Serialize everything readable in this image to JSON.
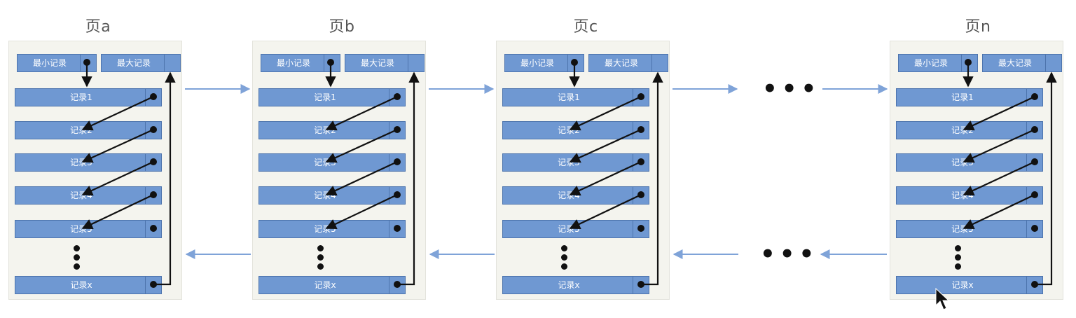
{
  "pages": [
    {
      "title": "页a"
    },
    {
      "title": "页b"
    },
    {
      "title": "页c"
    },
    {
      "title": "页n"
    }
  ],
  "labels": {
    "min_record": "最小记录",
    "max_record": "最大记录",
    "records": [
      "记录1",
      "记录2",
      "记录3",
      "记录4",
      "记录5"
    ],
    "last_record": "记录x"
  },
  "gap_ellipsis": "•••",
  "colors": {
    "record_fill": "#6f98d2",
    "record_border": "#4d74ad",
    "page_bg": "#f4f4ee",
    "link_arrow": "#7fa3d8",
    "pointer": "#111111"
  },
  "icons": {
    "cursor": "mouse-cursor-icon",
    "vertical_ellipsis": "vertical-ellipsis-icon"
  }
}
